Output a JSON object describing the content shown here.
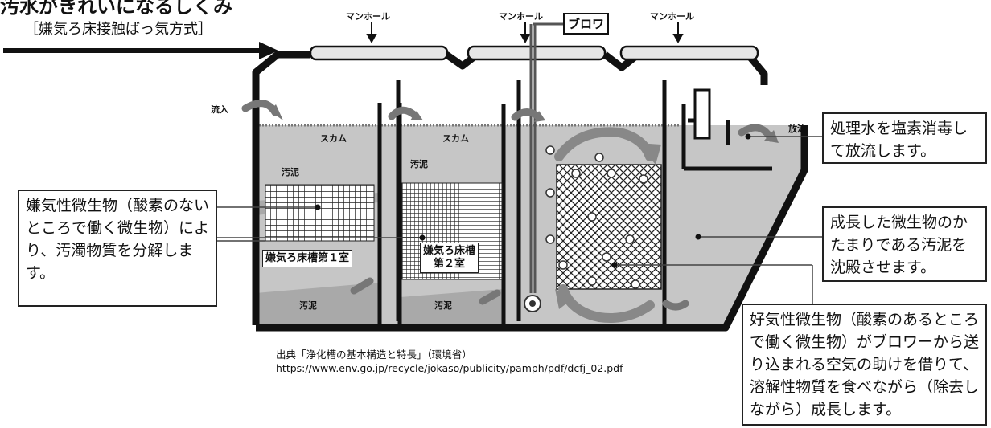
{
  "title": "汚水がきれいになるしくみ",
  "subtitle": "［嫌気ろ床接触ばっ気方式］",
  "labels": {
    "manhole": "マンホール",
    "blower": "ブロワ",
    "inflow": "流入",
    "outflow": "放流",
    "scum": "スカム",
    "sludge": "汚泥",
    "chamber1": "嫌気ろ床槽第１室",
    "chamber2_line1": "嫌気ろ床槽",
    "chamber2_line2": "第２室"
  },
  "callouts": {
    "anaerobic": "嫌気性微生物（酸素のないところで働く微生物）により、汚濁物質を分解します。",
    "chlorine": "処理水を塩素消毒して放流します。",
    "sludge_settle": "成長した微生物のかたまりである汚泥を沈殿させます。",
    "aerobic": "好気性微生物（酸素のあるところで働く微生物）がブロワーから送り込まれる空気の助けを借りて、溶解性物質を食べながら（除去しながら）成長します。"
  },
  "source": {
    "line1": "出典「浄化槽の基本構造と特長」（環境省）",
    "line2": "https://www.env.go.jp/recycle/jokaso/publicity/pamph/pdf/dcfj_02.pdf"
  },
  "colors": {
    "water": "#c6c6c6",
    "sludge": "#a9a9a9",
    "wall": "#111111",
    "arrow": "#8a8a8a"
  }
}
